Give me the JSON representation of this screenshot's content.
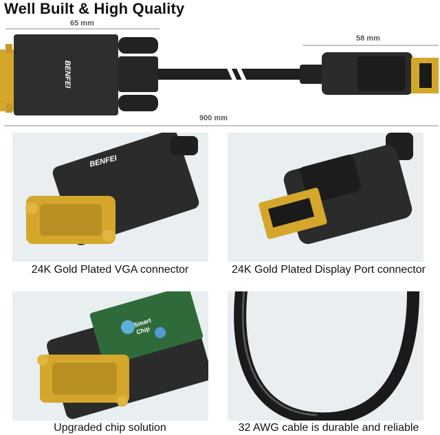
{
  "headline": "Well Built & High Quality",
  "dimensions": {
    "vga_width": "65 mm",
    "dp_width": "58 mm",
    "cable_length": "900 mm"
  },
  "brand": "BENFEI",
  "chip_label": "Smart Chip",
  "captions": {
    "vga": "24K Gold Plated VGA connector",
    "dp": "24K Gold Plated Display Port connector",
    "chip": "Upgraded chip solution",
    "cable": "32 AWG cable is durable and reliable"
  },
  "colors": {
    "connector_body": "#2b2b2b",
    "gold": "#d4a72c",
    "panel_bg": "#e9eef0"
  }
}
